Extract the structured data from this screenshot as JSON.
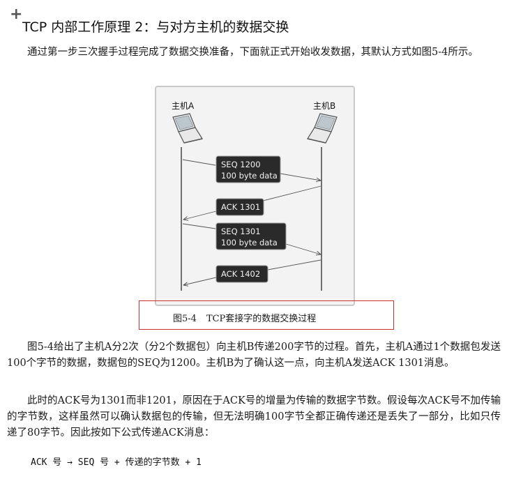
{
  "section": {
    "plus": "+",
    "title": "TCP 内部工作原理 2：与对方主机的数据交换"
  },
  "paragraphs": {
    "intro": "通过第一步三次握手过程完成了数据交换准备，下面就正式开始收发数据，其默认方式如图5-4所示。",
    "explain": "图5-4给出了主机A分2次（分2个数据包）向主机B传递200字节的过程。首先，主机A通过1个数据包发送100个字节的数据，数据包的SEQ为1200。主机B为了确认这一点，向主机A发送ACK 1301消息。",
    "ack_rule": "此时的ACK号为1301而非1201，原因在于ACK号的增量为传输的数据字节数。假设每次ACK号不加传输的字节数，这样虽然可以确认数据包的传输，但无法明确100字节全都正确传递还是丢失了一部分，比如只传递了80字节。因此按如下公式传递ACK消息："
  },
  "figure": {
    "host_a": "主机A",
    "host_b": "主机B",
    "messages": [
      {
        "line1": "SEQ 1200",
        "line2": "100 byte data",
        "direction": "A-to-B"
      },
      {
        "line1": "ACK 1301",
        "line2": "",
        "direction": "B-to-A"
      },
      {
        "line1": "SEQ 1301",
        "line2": "100 byte data",
        "direction": "A-to-B"
      },
      {
        "line1": "ACK 1402",
        "line2": "",
        "direction": "B-to-A"
      }
    ],
    "caption_num": "图5-4",
    "caption_text": "TCP套接字的数据交换过程"
  },
  "formula": "ACK 号 → SEQ 号 + 传递的字节数 + 1",
  "colors": {
    "box_bg": "#2a2a2a",
    "box_text": "#f2f2f2",
    "caption_border": "#c8322a"
  }
}
